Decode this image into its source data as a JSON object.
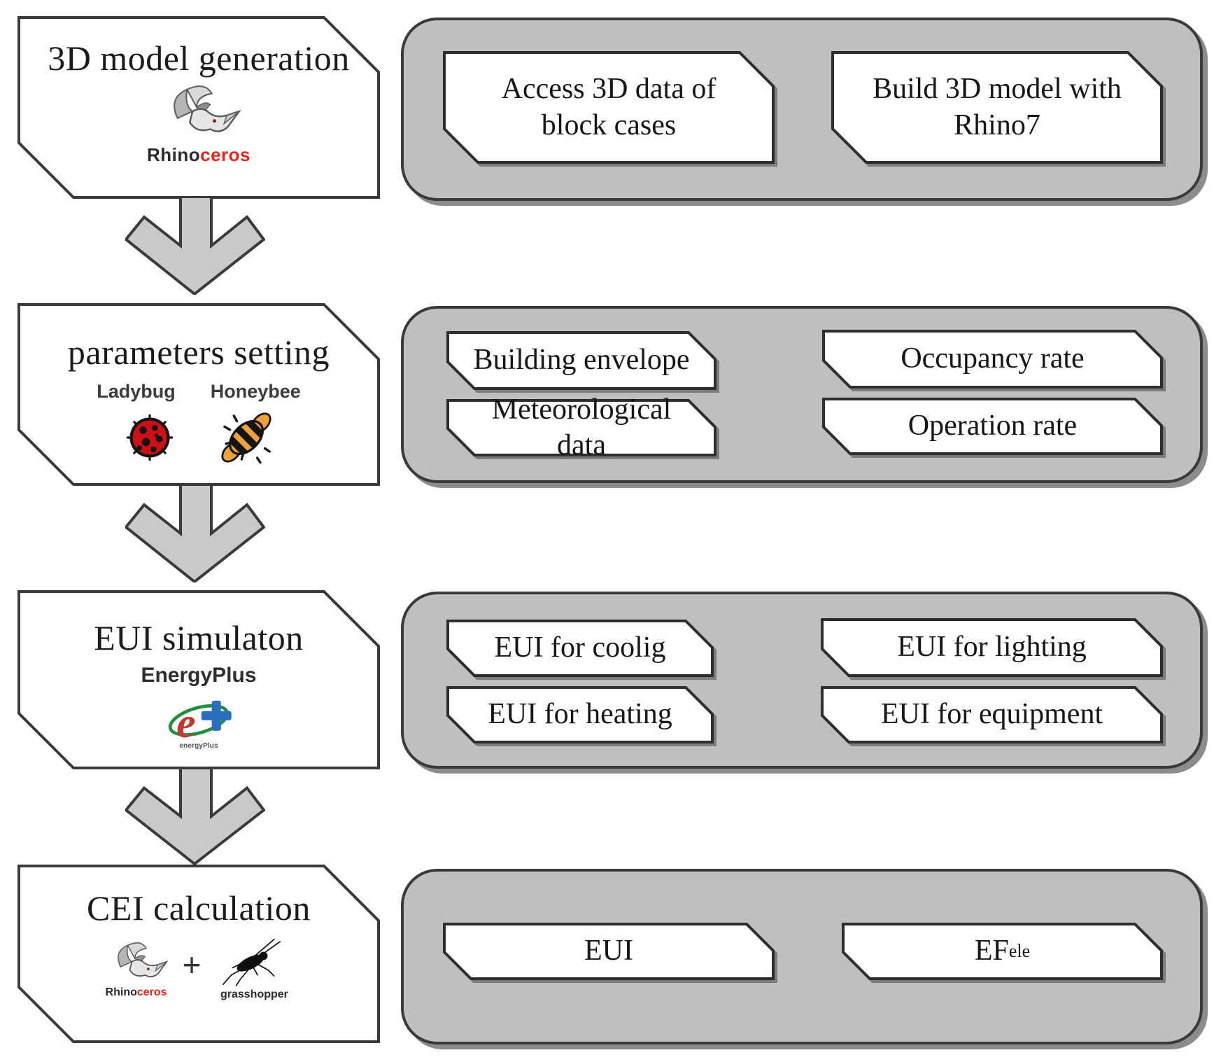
{
  "figure": {
    "stages": [
      {
        "title": "3D model generation",
        "tool": {
          "wordmark_black": "Rhino",
          "wordmark_red": "ceros"
        },
        "items": [
          {
            "label": "Access 3D data of block cases"
          },
          {
            "label": "Build 3D model with Rhino7"
          }
        ]
      },
      {
        "title": "parameters setting",
        "tools": {
          "ladybug_label": "Ladybug",
          "honeybee_label": "Honeybee"
        },
        "items": [
          {
            "label": "Building envelope"
          },
          {
            "label": "Occupancy rate"
          },
          {
            "label": "Meteorological data"
          },
          {
            "label": "Operation rate"
          }
        ]
      },
      {
        "title": "EUI simulaton",
        "tool": {
          "name": "EnergyPlus",
          "logo_caption": "energyPlus"
        },
        "items": [
          {
            "label": "EUI for coolig"
          },
          {
            "label": "EUI for lighting"
          },
          {
            "label": "EUI for heating"
          },
          {
            "label": "EUI for equipment"
          }
        ]
      },
      {
        "title": "CEI calculation",
        "tools": {
          "rhino_black": "Rhino",
          "rhino_red": "ceros",
          "plus": "+",
          "grasshopper_label": "grasshopper"
        },
        "items": [
          {
            "label": "EUI"
          },
          {
            "label_base": "EF",
            "label_sub": "ele"
          }
        ]
      }
    ],
    "colors": {
      "tray_fill": "#bfbfbf",
      "outline": "#3a3a3a",
      "box_fill": "#ffffff",
      "arrow_fill": "#c9c9c9",
      "ladybug_red": "#ce1016",
      "honeybee_orange": "#f0a23a",
      "stripe_black": "#151515",
      "eplus_red": "#bc3a32",
      "eplus_blue": "#2a6fbd",
      "eplus_green": "#1f8f3f",
      "rhino_red": "#e8251f"
    }
  }
}
